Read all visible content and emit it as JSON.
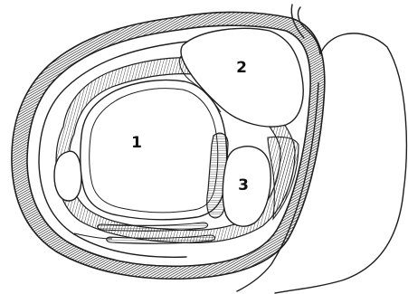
{
  "labels": {
    "region_1": "1",
    "region_2": "2",
    "region_3": "3"
  },
  "colors": {
    "ink": "#1e1e1e",
    "paper": "#ffffff"
  }
}
